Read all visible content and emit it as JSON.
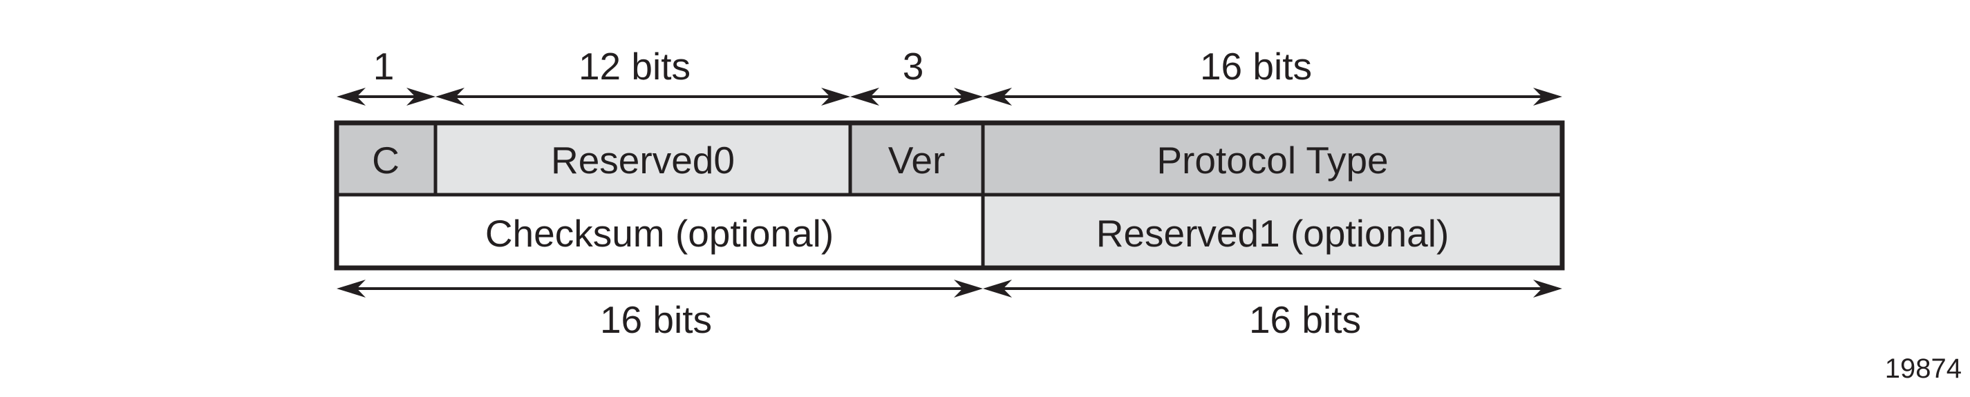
{
  "figure_id": "19874",
  "colors": {
    "dark_field": "#c8c9cb",
    "light_field": "#e3e4e5",
    "white_field": "#ffffff",
    "stroke": "#231f20"
  },
  "top_dimensions": [
    {
      "label": "1"
    },
    {
      "label": "12 bits"
    },
    {
      "label": "3"
    },
    {
      "label": "16 bits"
    }
  ],
  "row1_fields": [
    {
      "label": "C",
      "shade": "dark"
    },
    {
      "label": "Reserved0",
      "shade": "light"
    },
    {
      "label": "Ver",
      "shade": "dark"
    },
    {
      "label": "Protocol Type",
      "shade": "dark"
    }
  ],
  "row2_fields": [
    {
      "label": "Checksum (optional)",
      "shade": "white"
    },
    {
      "label": "Reserved1 (optional)",
      "shade": "light"
    }
  ],
  "bottom_dimensions": [
    {
      "label": "16 bits"
    },
    {
      "label": "16 bits"
    }
  ]
}
